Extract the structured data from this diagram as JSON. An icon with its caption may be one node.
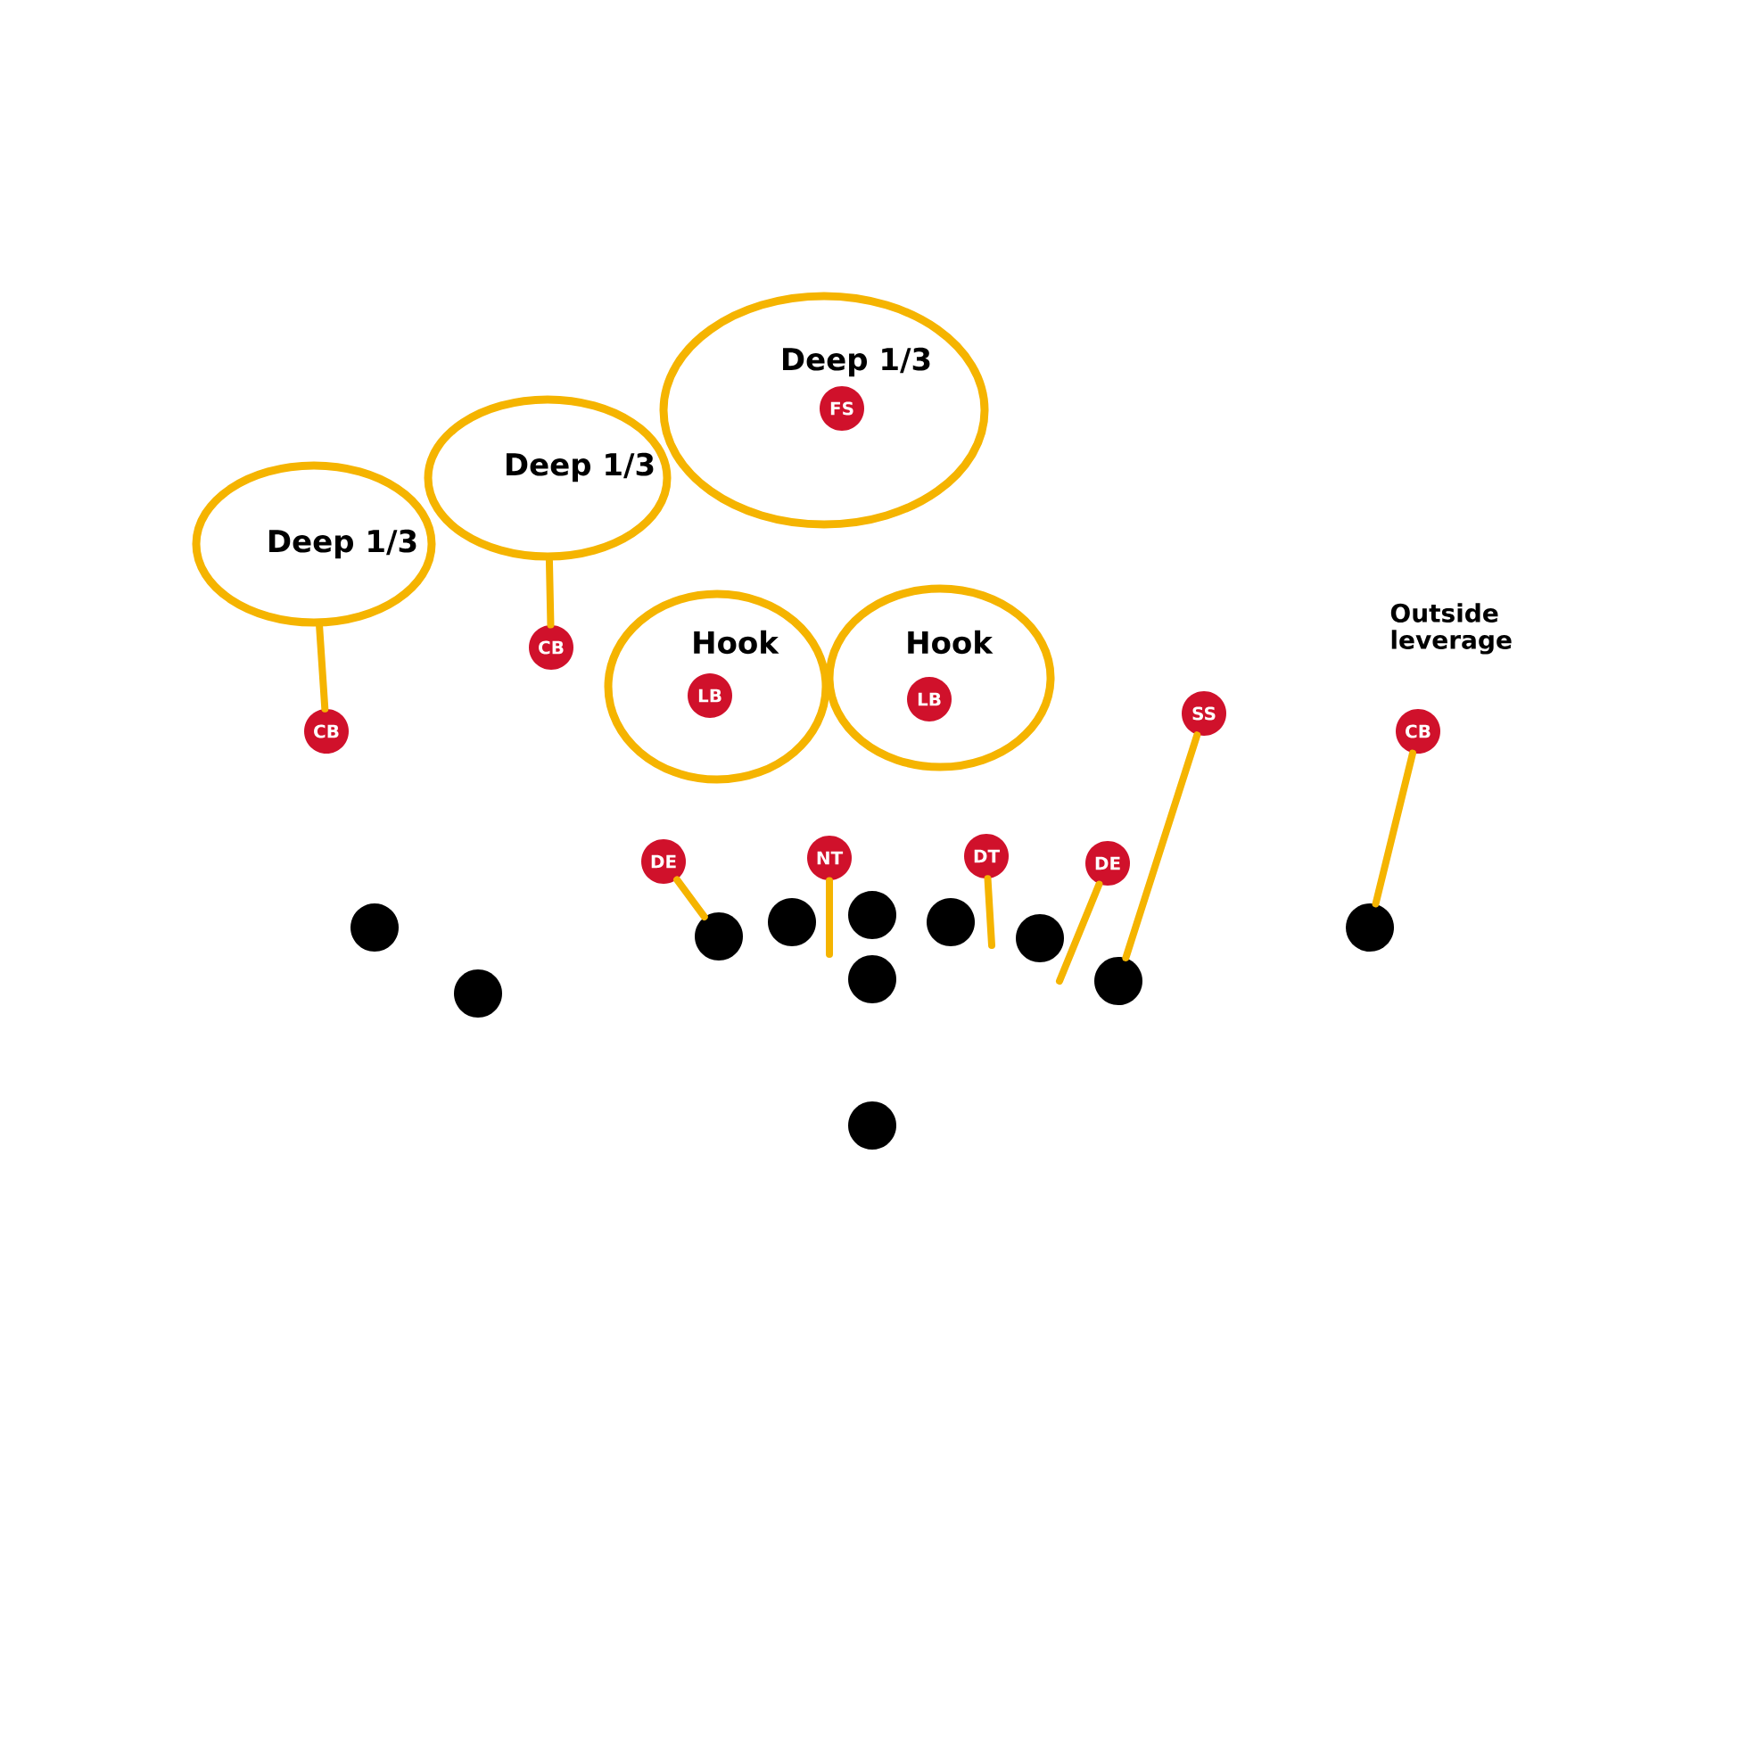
{
  "diagram": {
    "nodes": [
      {
        "text": [
          "Deep 1/3"
        ]
      },
      {
        "text": [
          "Deep 1/3"
        ]
      },
      {
        "text": [
          "Deep 1/3"
        ]
      },
      {
        "text": [
          "FS"
        ],
        "in": 2
      },
      {
        "text": [
          "Hook"
        ]
      },
      {
        "text": [
          "LB"
        ],
        "in": 4
      },
      {
        "text": [
          "Hook"
        ]
      },
      {
        "text": [
          "LB"
        ],
        "in": 6
      },
      {
        "text": [
          "CB"
        ]
      },
      {
        "text": [
          "CB"
        ]
      },
      {
        "text": [
          "SS"
        ]
      },
      {
        "text": [
          "CB"
        ],
        "beside": [
          "Outside leverage"
        ]
      },
      {
        "text": [
          "DE"
        ]
      },
      {
        "text": [
          "NT"
        ]
      },
      {
        "text": [
          "DT"
        ]
      },
      {
        "text": [
          "DE"
        ]
      },
      {
        "text": [],
        "shape": "circle"
      },
      {
        "text": [],
        "shape": "circle"
      },
      {
        "text": [],
        "shape": "circle"
      },
      {
        "text": [],
        "shape": "circle"
      },
      {
        "text": [],
        "shape": "circle"
      },
      {
        "text": [],
        "shape": "circle"
      },
      {
        "text": [],
        "shape": "circle"
      },
      {
        "text": [],
        "shape": "circle"
      },
      {
        "text": [],
        "shape": "circle"
      },
      {
        "text": [],
        "shape": "circle"
      },
      {
        "text": [],
        "shape": "circle"
      }
    ],
    "edges": [
      {
        "from": 9,
        "to": 0,
        "arrow": "none"
      },
      {
        "from": 8,
        "to": 1,
        "arrow": "none"
      },
      {
        "from": 12,
        "to": 18,
        "arrow": "none"
      },
      {
        "from": 13,
        "to": null,
        "arrow": "none"
      },
      {
        "from": 14,
        "to": null,
        "arrow": "none"
      },
      {
        "from": 15,
        "to": null,
        "arrow": "none"
      },
      {
        "from": 10,
        "to": 25,
        "arrow": "none"
      },
      {
        "from": 11,
        "to": 26,
        "arrow": "none"
      }
    ]
  }
}
